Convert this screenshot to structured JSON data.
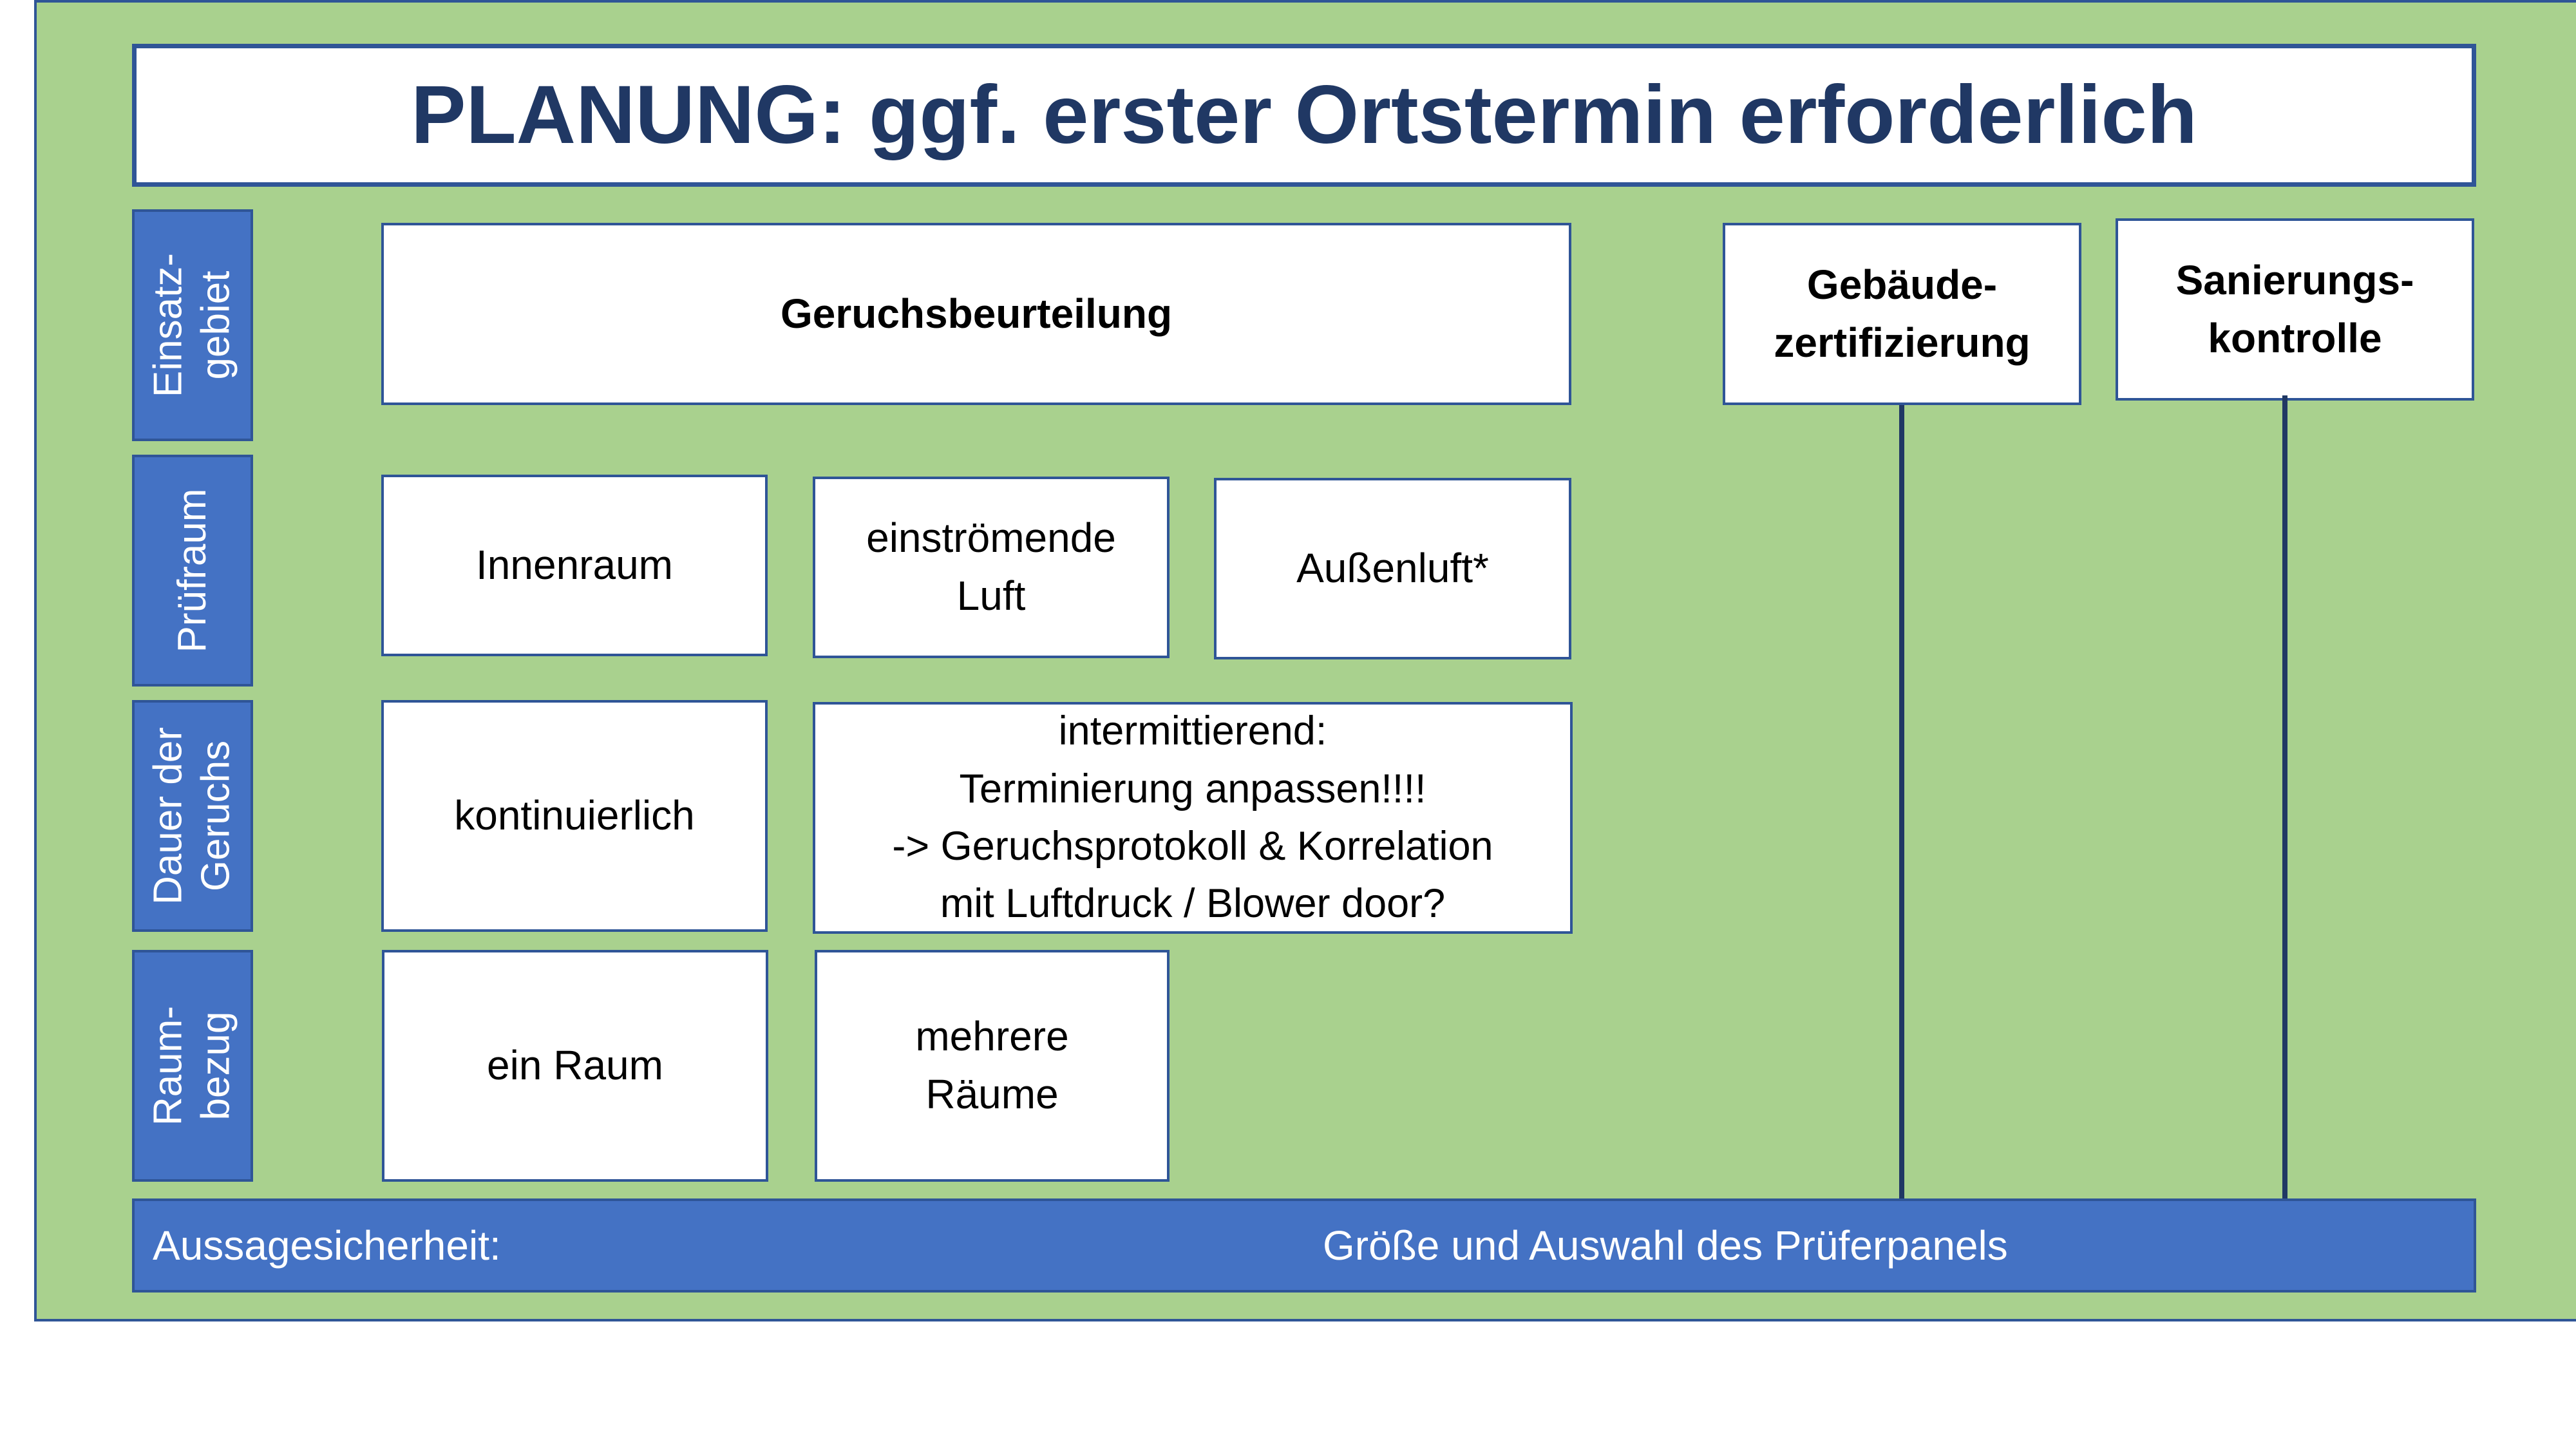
{
  "title": "PLANUNG: ggf. erster Ortstermin erforderlich",
  "row_labels": {
    "einsatzgebiet": "Einsatz-\ngebiet",
    "pruefraum": "Prüfraum",
    "dauer": "Dauer der\nGeruchs",
    "raumbezug": "Raum-\nbezug"
  },
  "einsatzgebiet": {
    "geruchsbeurteilung": "Geruchsbeurteilung",
    "gebaeudezertifizierung": "Gebäude-\nzertifizierung",
    "sanierungskontrolle": "Sanierungs-\nkontrolle"
  },
  "pruefraum": {
    "innenraum": "Innenraum",
    "einstroemende_luft": "einströmende\nLuft",
    "aussenluft": "Außenluft*"
  },
  "dauer": {
    "kontinuierlich": "kontinuierlich",
    "intermittierend": "intermittierend:\nTerminierung anpassen!!!!\n-> Geruchsprotokoll & Korrelation\nmit Luftdruck / Blower door?"
  },
  "raumbezug": {
    "ein_raum": "ein Raum",
    "mehrere_raeume": "mehrere\nRäume"
  },
  "footer": {
    "label": "Aussagesicherheit:",
    "value": "Größe und Auswahl des Prüferpanels"
  },
  "colors": {
    "background_green": "#a9d18e",
    "accent_blue": "#4472c4",
    "border_blue": "#2f5597",
    "title_navy": "#203864"
  }
}
